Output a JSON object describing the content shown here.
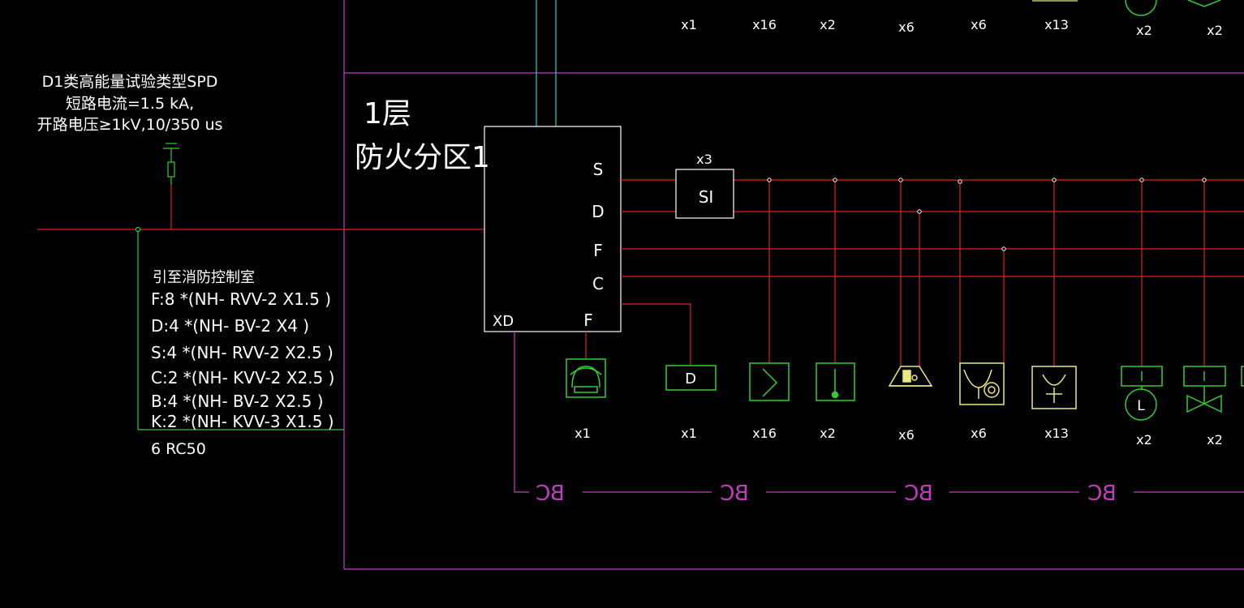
{
  "colors": {
    "background": "#000000",
    "white": "#ffffff",
    "red": "#e02020",
    "green": "#33cc33",
    "magenta": "#c43cc4",
    "cyan": "#33cccc",
    "yellow": "#e8e880"
  },
  "spd": {
    "line1": "D1类高能量试验类型SPD",
    "line2": "短路电流=1.5 kA,",
    "line3": "开路电压≥1kV,10/350 us"
  },
  "floor": {
    "line1": "1层",
    "line2": "防火分区1"
  },
  "cable": {
    "title": "引至消防控制室",
    "rows": [
      "F:8 *(NH- RVV-2 X1.5 )",
      "D:4 *(NH- BV-2 X4 )",
      "S:4 *(NH- RVV-2 X2.5 )",
      "C:2 *(NH- KVV-2 X2.5 )",
      "B:4 *(NH- BV-2 X2.5 )",
      "K:2 *(NH- KVV-3 X1.5 )"
    ],
    "conduit": "6 RC50"
  },
  "panel": {
    "ports": [
      "S",
      "D",
      "F",
      "C",
      "F"
    ],
    "xd_label": "XD"
  },
  "si": {
    "label": "SI",
    "count": "x3"
  },
  "top_counts": [
    "x1",
    "x16",
    "x2",
    "x6",
    "x6",
    "x13",
    "x2",
    "x2"
  ],
  "devices": [
    {
      "name": "fire-telephone",
      "label": "",
      "count": "x1"
    },
    {
      "name": "control-module-d",
      "label": "D",
      "count": "x1"
    },
    {
      "name": "smoke-detector",
      "label": "",
      "count": "x16"
    },
    {
      "name": "manual-call-point",
      "label": "",
      "count": "x2"
    },
    {
      "name": "sounder-beacon",
      "label": "",
      "count": "x6"
    },
    {
      "name": "hydrant-button",
      "label": "",
      "count": "x6"
    },
    {
      "name": "heat-detector",
      "label": "",
      "count": "x13"
    },
    {
      "name": "input-module-l",
      "label": "L",
      "count": "x2"
    },
    {
      "name": "input-module-valve",
      "label": "",
      "count": "x2"
    }
  ],
  "module_i_label": "I",
  "bc_labels": [
    "BC",
    "BC",
    "BC",
    "BC"
  ]
}
